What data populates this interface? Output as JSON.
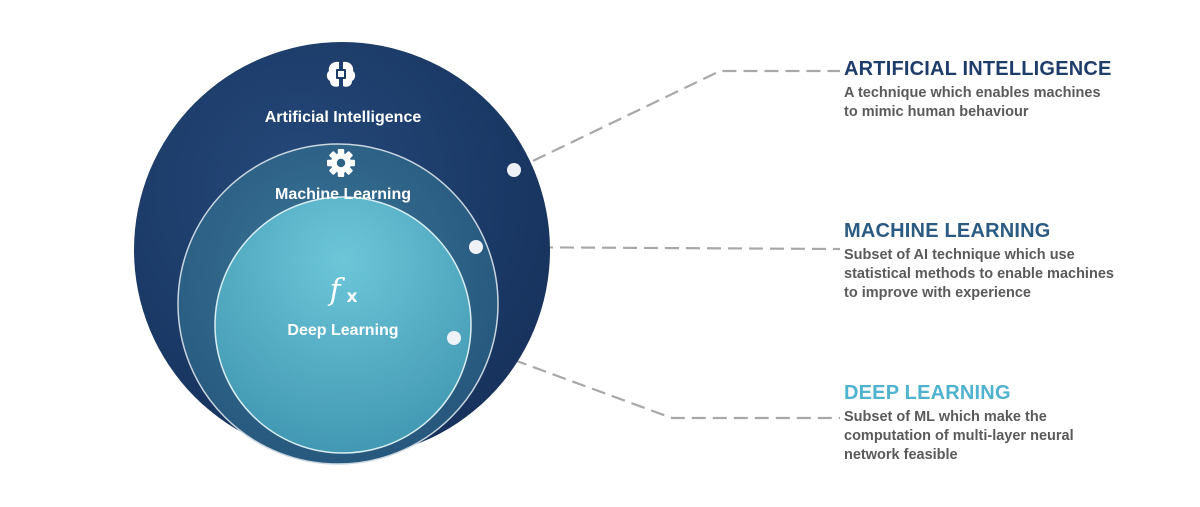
{
  "circles": {
    "ai": {
      "label": "Artificial Intelligence",
      "icon": "brain-chip-icon",
      "color": "#1b3a66"
    },
    "ml": {
      "label": "Machine Learning",
      "icon": "gear-icon",
      "color": "#2e6387"
    },
    "dl": {
      "label": "Deep Learning",
      "icon": "function-fx-icon",
      "icon_text": "fx",
      "color": "#5ab8cc"
    }
  },
  "legend": {
    "ai": {
      "title": "ARTIFICIAL INTELLIGENCE",
      "lines": [
        "A technique which enables machines",
        "to mimic human behaviour"
      ],
      "color": "#1f3d6b"
    },
    "ml": {
      "title": "MACHINE LEARNING",
      "lines": [
        "Subset of AI technique which use",
        "statistical methods to enable machines",
        "to improve with experience"
      ],
      "color": "#2b5a82"
    },
    "dl": {
      "title": "DEEP LEARNING",
      "lines": [
        "Subset of ML which make the",
        "computation of multi-layer neural",
        "network feasible"
      ],
      "color": "#4fb3cf"
    }
  }
}
